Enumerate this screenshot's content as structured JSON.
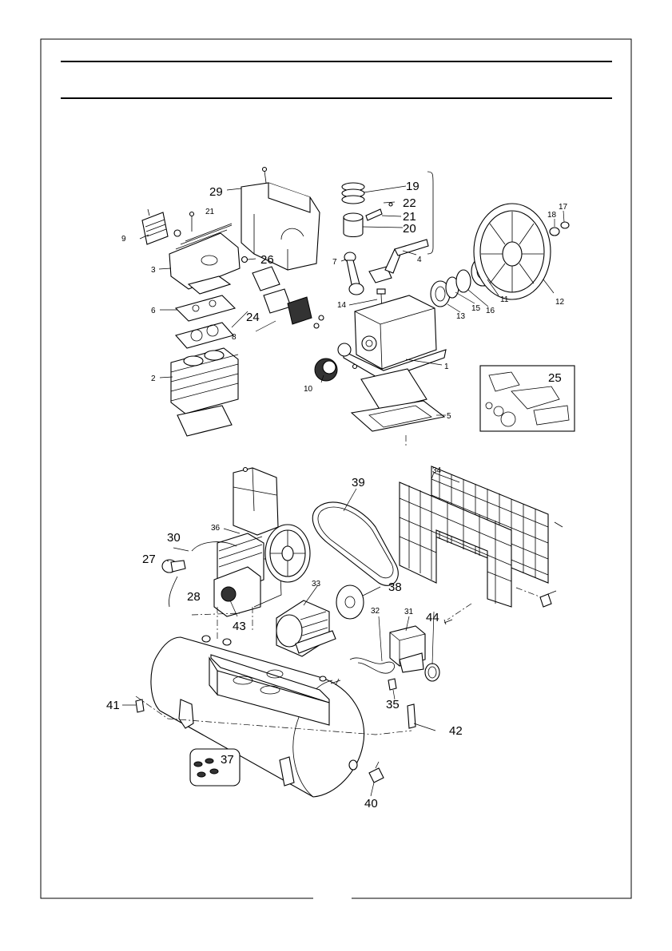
{
  "labels": {
    "p1": "1",
    "p2": "2",
    "p3": "3",
    "p4": "4",
    "p5": "5",
    "p6": "6",
    "p7": "7",
    "p8": "8",
    "p9": "9",
    "p10": "10",
    "p11": "11",
    "p12": "12",
    "p13": "13",
    "p14": "14",
    "p15": "15",
    "p16": "16",
    "p17": "17",
    "p18": "18",
    "p19": "19",
    "p20": "20",
    "p21a": "21",
    "p21b": "21",
    "p22": "22",
    "p24": "24",
    "p25": "25",
    "p26": "26",
    "p27": "27",
    "p28": "28",
    "p29": "29",
    "p30": "30",
    "p31": "31",
    "p32": "32",
    "p33": "33",
    "p34": "34",
    "p35": "35",
    "p36": "36",
    "p37": "37",
    "p38": "38",
    "p39": "39",
    "p40": "40",
    "p41": "41",
    "p42": "42",
    "p43": "43",
    "p44": "44"
  }
}
